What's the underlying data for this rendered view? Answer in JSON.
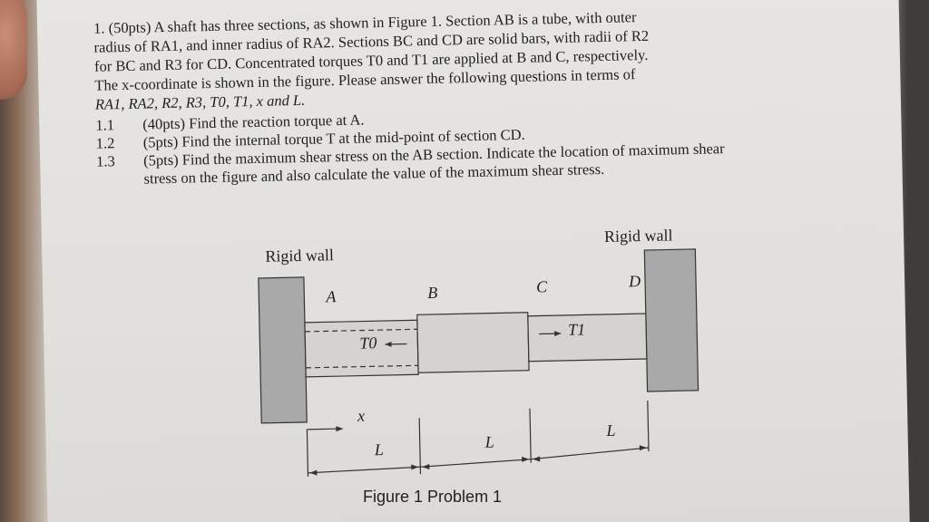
{
  "problem": {
    "header": "1. (50pts) A shaft has three sections, as shown in Figure 1. Section AB is a tube, with outer radius of R",
    "intro_lines": [
      "1. (50pts) A shaft has three sections, as shown in Figure 1. Section AB is a tube, with outer",
      "radius of RA1, and inner radius of RA2. Sections BC and CD are solid bars, with radii of R2",
      "for BC and R3 for CD. Concentrated torques T0 and T1 are applied at B and C, respectively.",
      "The x-coordinate is shown in the figure. Please answer the following questions in terms of",
      "RA1, RA2, R2, R3, T0, T1, x and L."
    ]
  },
  "questions": [
    {
      "num": "1.1",
      "text": "(40pts) Find the reaction torque at A."
    },
    {
      "num": "1.2",
      "text": "(5pts) Find the internal torque T at the mid-point of section CD."
    },
    {
      "num": "1.3",
      "text": "(5pts) Find the maximum shear stress on the AB section. Indicate the location of maximum shear stress on the figure and also calculate the value of the maximum shear stress."
    }
  ],
  "figure": {
    "left_wall_label": "Rigid wall",
    "right_wall_label": "Rigid wall",
    "point_a": "A",
    "point_b": "B",
    "point_c": "C",
    "point_d": "D",
    "torque_0": "T0",
    "torque_1": "T1",
    "x_label": "x",
    "length_1": "L",
    "length_2": "L",
    "length_3": "L",
    "caption": "Figure 1  Problem 1"
  },
  "colors": {
    "paper": "#e4e2de",
    "ink": "#1f1f22",
    "wall_fill": "#a9a9a9",
    "shaft_fill": "#d4d3d0"
  }
}
